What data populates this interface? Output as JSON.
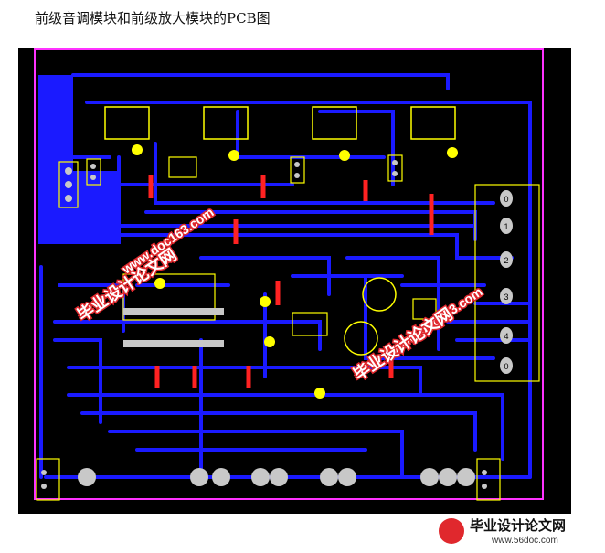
{
  "caption": "前级音调模块和前级放大模块的PCB图",
  "watermarks": {
    "site": "www.doc163.com",
    "brand": "毕业设计论文网"
  },
  "footer": {
    "brand": "毕业设计论文网",
    "url": "www.56doc.com"
  },
  "connector_labels": [
    "1",
    "2",
    "3",
    "4",
    "0",
    "0"
  ],
  "colors": {
    "board": "#000000",
    "trace": "#1a1aff",
    "outline": "#ff33ff",
    "silk": "#ffff00",
    "via": "#ff2222",
    "pad": "#c8c8c8",
    "watermark": "#e0282d"
  }
}
